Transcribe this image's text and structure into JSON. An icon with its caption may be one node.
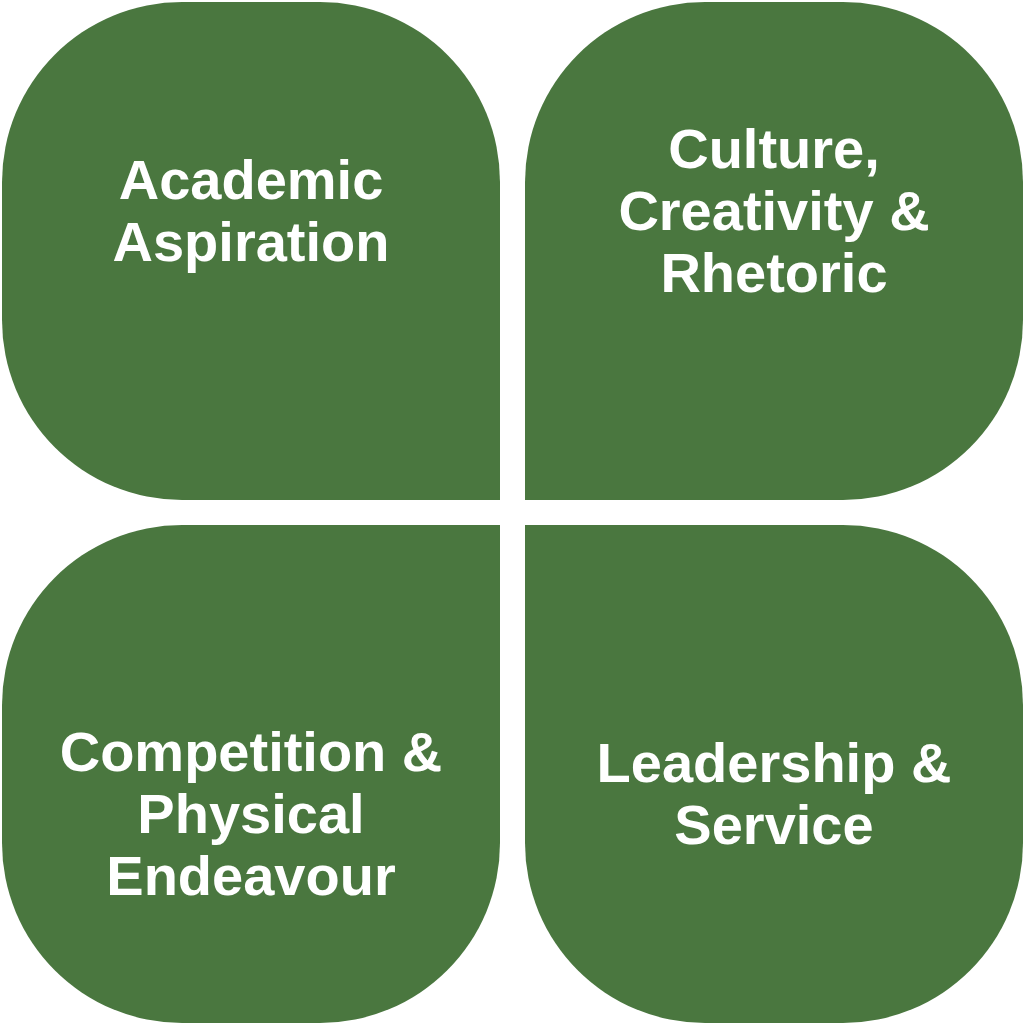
{
  "diagram": {
    "nodes": [
      {
        "text": [
          "Academic Aspiration"
        ]
      },
      {
        "text": [
          "Culture, Creativity & Rhetoric"
        ]
      },
      {
        "text": [
          "Competition & Physical Endeavour"
        ]
      },
      {
        "text": [
          "Leadership & Service"
        ]
      }
    ]
  }
}
